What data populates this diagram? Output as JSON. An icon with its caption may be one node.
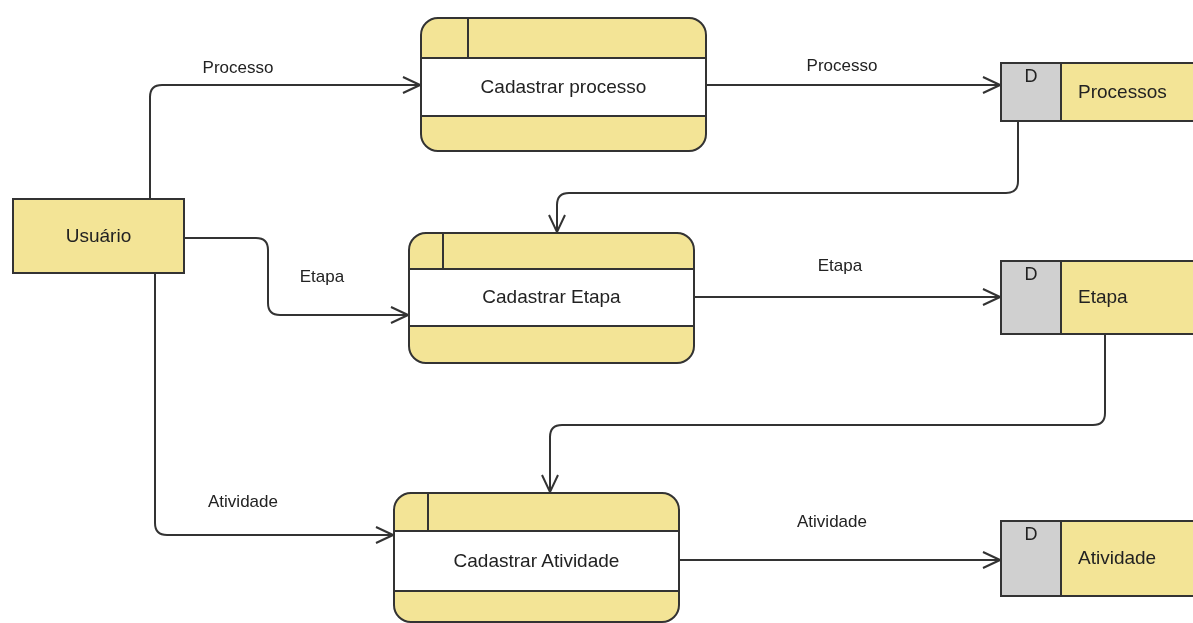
{
  "diagram": {
    "nodes": [
      {
        "text": [
          "Usuário"
        ]
      },
      {
        "text": [
          "Cadastrar processo"
        ]
      },
      {
        "text": [
          "D",
          "Processos"
        ]
      },
      {
        "text": [
          "Cadastrar Etapa"
        ]
      },
      {
        "text": [
          "D",
          "Etapa"
        ]
      },
      {
        "text": [
          "Cadastrar Atividade"
        ]
      },
      {
        "text": [
          "D",
          "Atividade"
        ]
      }
    ],
    "edges": [
      {
        "from": 0,
        "to": 1,
        "arrow": "to",
        "label": "Processo"
      },
      {
        "from": 1,
        "to": 2,
        "arrow": "to",
        "label": "Processo"
      },
      {
        "from": 2,
        "to": 3,
        "arrow": "to"
      },
      {
        "from": 0,
        "to": 3,
        "arrow": "to",
        "label": "Etapa"
      },
      {
        "from": 3,
        "to": 4,
        "arrow": "to",
        "label": "Etapa"
      },
      {
        "from": 4,
        "to": 5,
        "arrow": "to"
      },
      {
        "from": 0,
        "to": 5,
        "arrow": "to",
        "label": "Atividade"
      },
      {
        "from": 5,
        "to": 6,
        "arrow": "to",
        "label": "Atividade"
      }
    ]
  }
}
